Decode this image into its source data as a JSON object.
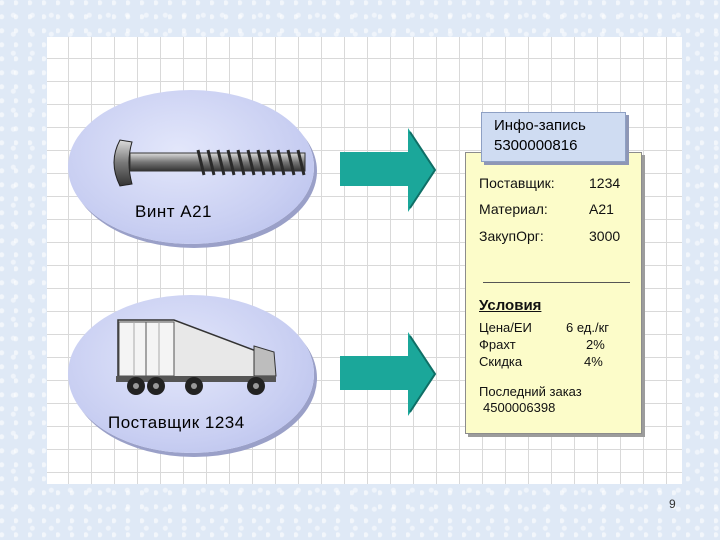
{
  "left": {
    "bolt_label": "Винт А21",
    "truck_label": "Поставщик 1234"
  },
  "info_record": {
    "title_line1": "Инфо-запись",
    "title_line2": "5300000816",
    "supplier_label": "Поставщик:",
    "supplier_value": "1234",
    "material_label": "Материал:",
    "material_value": "А21",
    "purch_org_label": "ЗакупОрг:",
    "purch_org_value": "3000",
    "conditions_header": "Условия",
    "price_label": "Цена/ЕИ",
    "price_value": "6 ед./кг",
    "freight_label": "Фрахт",
    "freight_value": "2%",
    "discount_label": "Скидка",
    "discount_value": "4%",
    "last_order_label": "Последний заказ",
    "last_order_value": "4500006398"
  },
  "page_number": "9",
  "colors": {
    "ellipse": "#c9cff2",
    "arrow": "#1ba79a",
    "card": "#fcfcc9",
    "info_header": "#cfdcf2"
  }
}
